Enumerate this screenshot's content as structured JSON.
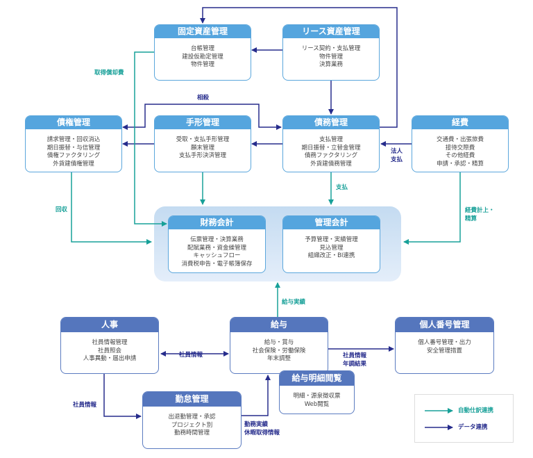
{
  "colors": {
    "auto_journal": "#17a098",
    "data_link": "#262c8c",
    "header_top": "#55a5de",
    "header_bottom": "#5576bd"
  },
  "boxes": {
    "fixed_assets": {
      "title": "固定資産管理",
      "items": [
        "台帳管理",
        "建設仮勘定管理",
        "物件管理"
      ]
    },
    "lease_assets": {
      "title": "リース資産管理",
      "items": [
        "リース契約・支払管理",
        "物件管理",
        "決算業務"
      ]
    },
    "receivables": {
      "title": "債権管理",
      "items": [
        "請求管理・回収消込",
        "期日振替・与信管理",
        "債権ファクタリング",
        "外貨建債権管理"
      ]
    },
    "notes": {
      "title": "手形管理",
      "items": [
        "受取・支払手形管理",
        "願末管理",
        "支払手形決済管理"
      ]
    },
    "payables": {
      "title": "債務管理",
      "items": [
        "支払管理",
        "期日振替・立替金管理",
        "債務ファクタリング",
        "外貨建債務管理"
      ]
    },
    "expenses": {
      "title": "経費",
      "items": [
        "交通費・出張旅費",
        "接待交際費",
        "その他経費",
        "申請・承認・精算"
      ]
    },
    "financial_accounting": {
      "title": "財務会計",
      "items": [
        "伝票管理・決算業務",
        "配賦業務・資金繰管理",
        "キャッシュフロー",
        "消費税申告・電子帳簿保存"
      ]
    },
    "management_accounting": {
      "title": "管理会計",
      "items": [
        "予算管理・実績管理",
        "見込管理",
        "組織改正・BI連携"
      ]
    },
    "hr": {
      "title": "人事",
      "items": [
        "社員情報管理",
        "社員照会",
        "人事異動・届出申請"
      ]
    },
    "payroll": {
      "title": "給与",
      "items": [
        "給与・賞与",
        "社会保険・労働保険",
        "年末調整"
      ]
    },
    "my_number": {
      "title": "個人番号管理",
      "items": [
        "個人番号管理・出力",
        "安全管理措置"
      ]
    },
    "payslip": {
      "title": "給与明細閲覧",
      "items": [
        "明細・源泉徴収票",
        "Web閲覧"
      ]
    },
    "attendance": {
      "title": "勤怠管理",
      "items": [
        "出退勤管理・承認",
        "プロジェクト別",
        "勤務時間管理"
      ]
    }
  },
  "labels": {
    "acquisition_depreciation": "取得償却費",
    "offset": "相殺",
    "corporate_payment": [
      "法人",
      "支払"
    ],
    "collection": "回収",
    "payment": "支払",
    "expense_booking": [
      "経費計上・",
      "精算"
    ],
    "payroll_results": "給与実績",
    "employee_info_hr_payroll": "社員情報",
    "employee_info_my_number": [
      "社員情報",
      "年調結果"
    ],
    "employee_info_attendance": "社員情報",
    "attendance_results": [
      "勤務実績",
      "休暇取得情報"
    ]
  },
  "legend": {
    "auto_journal": "自動仕訳連携",
    "data_link": "データ連携"
  }
}
